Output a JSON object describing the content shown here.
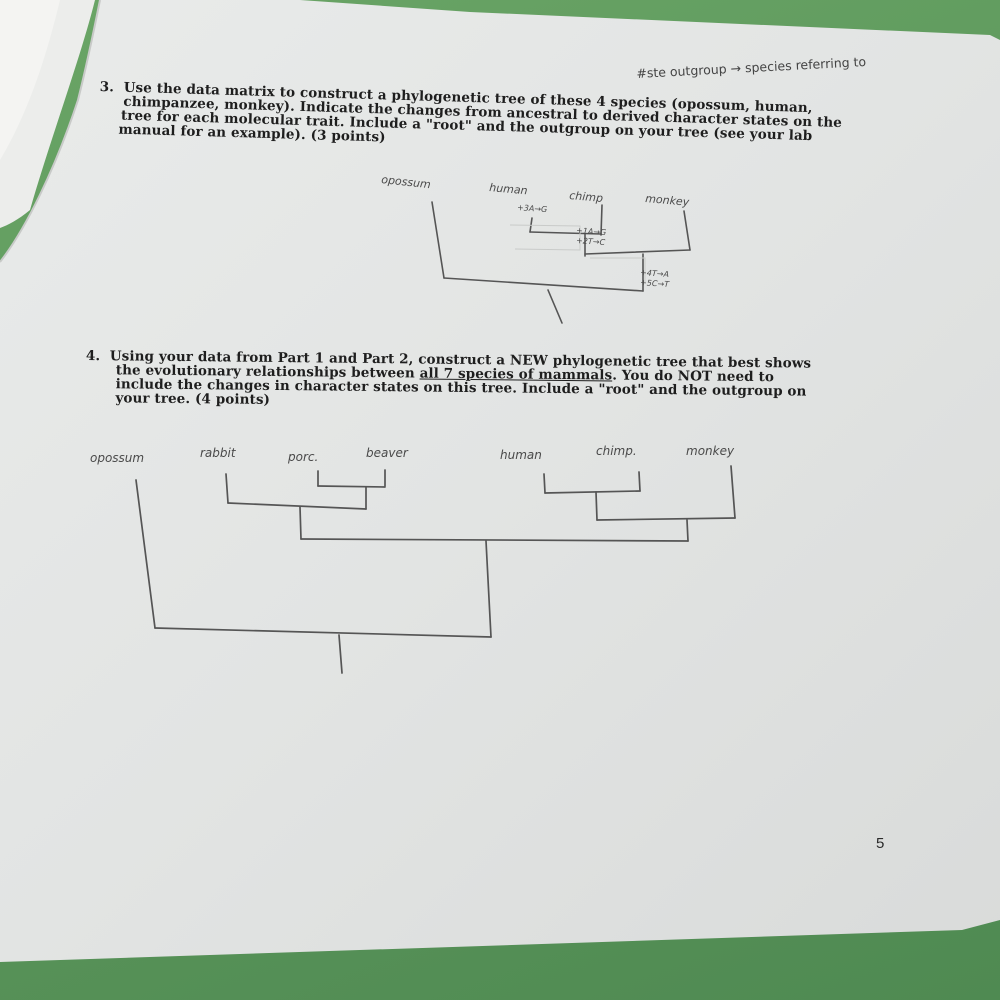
{
  "q3": {
    "number": "3.",
    "lines": [
      "Use the data matrix to construct a phylogenetic tree of these 4 species (opossum, human,",
      "chimpanzee, monkey). Indicate the changes from ancestral to derived character states on the",
      "tree for each molecular trait. Include a \"root\" and the outgroup on your tree (see your lab",
      "manual for an example). (3 points)"
    ],
    "handwritten_note": "#ste outgroup → species referring to",
    "tree_labels": [
      "opossum",
      "human",
      "chimp",
      "monkey"
    ],
    "change_marks": [
      "+3A→G",
      "+1A→G",
      "+2T→C",
      "+4T→A",
      "+5C→T"
    ]
  },
  "q4": {
    "number": "4.",
    "line1_start": "Using your data from Part 1 and Part 2, construct a NEW phylogenetic tree that best shows",
    "line2_start": "the evolutionary relationships between ",
    "line2_underlined": "all 7 species of mammals",
    "line2_end": ".  You do NOT need to",
    "line3": "include the changes in character states on this tree.  Include a \"root\" and the outgroup on",
    "line4": "your tree. (4 points)",
    "tree_labels": [
      "opossum",
      "rabbit",
      "porc.",
      "beaver",
      "human",
      "chimp.",
      "monkey"
    ]
  },
  "page_number": "5"
}
